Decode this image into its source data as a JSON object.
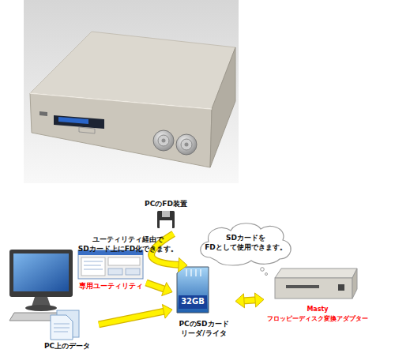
{
  "diagram": {
    "nodes": [
      {
        "text": [
          "PCのFD装置"
        ]
      },
      {
        "text": [
          "SDカードを FDとして使用できます。"
        ]
      },
      {
        "text": [
          "専用ユーティリティ"
        ]
      },
      {
        "text": [
          "32GB",
          "PCのSDカード リーダ/ライタ"
        ]
      },
      {
        "text": [
          "Masty フロッピーディスク変換アダプター"
        ]
      },
      {
        "text": [
          "PC上のデータ"
        ]
      }
    ],
    "edges": [
      {
        "from": 0,
        "to": 3,
        "arrow": "to",
        "label": "ユーティリティ経由で SDカード上にFD化できます。"
      },
      {
        "from": 2,
        "to": 3,
        "arrow": "to"
      },
      {
        "from": 5,
        "to": 3,
        "arrow": "to"
      },
      {
        "from": 3,
        "to": 4,
        "arrow": "both"
      }
    ]
  }
}
